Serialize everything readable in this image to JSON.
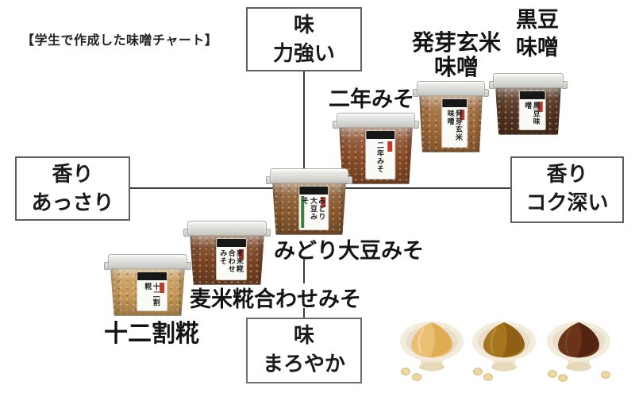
{
  "title": "【学生で作成した味噌チャート】",
  "axis_boxes": {
    "top": {
      "lines": [
        "味",
        "力強い"
      ]
    },
    "bottom": {
      "lines": [
        "味",
        "まろやか"
      ]
    },
    "left": {
      "lines": [
        "香り",
        "あっさり"
      ]
    },
    "right": {
      "lines": [
        "香り",
        "コク深い"
      ]
    }
  },
  "axes": {
    "vertical": {
      "dimension": "味",
      "top_end": "力強い",
      "bottom_end": "まろやか"
    },
    "horizontal": {
      "dimension": "香り",
      "left_end": "あっさり",
      "right_end": "コク深い"
    }
  },
  "products": [
    {
      "name": "二年みそ",
      "jar_label": "二年みそ",
      "miso_color": "#8a4c28",
      "placement": "upper-center-right"
    },
    {
      "name": "発芽玄米味噌",
      "display": [
        "発芽玄米",
        "味噌"
      ],
      "jar_label": "発芽玄米味噌",
      "miso_color": "#a06a38",
      "placement": "upper-right"
    },
    {
      "name": "黒豆味噌",
      "display": [
        "黒豆",
        "味噌"
      ],
      "jar_label": "黒豆味噌",
      "miso_color": "#553321",
      "placement": "top-right"
    },
    {
      "name": "みどり大豆みそ",
      "jar_label": "みどり大豆みそ",
      "miso_color": "#8a5a30",
      "label_accent": "#3f7d3c",
      "placement": "center"
    },
    {
      "name": "麦米糀合わせみそ",
      "jar_label": "麦米糀合わせみそ",
      "miso_color": "#7a4424",
      "placement": "lower-center-left"
    },
    {
      "name": "十二割糀",
      "jar_label": "十二割糀",
      "miso_color": "#c79a58",
      "placement": "lower-left"
    }
  ],
  "bowls": [
    {
      "name": "light-miso-bowl",
      "color": "#e9bf74",
      "highlight": "#f6dca6",
      "shadow": "#dda74e"
    },
    {
      "name": "medium-miso-bowl",
      "color": "#a6761f",
      "highlight": "#bf9448",
      "shadow": "#8a5c14"
    },
    {
      "name": "dark-miso-bowl",
      "color": "#6b3418",
      "highlight": "#7f4a28",
      "shadow": "#4e2210"
    }
  ],
  "colors": {
    "axis_line": "#3c3c3c",
    "box_border": "#5f5f5f",
    "jar_label_seal": "#bf3a2a",
    "bowl_rim": "#f3ecda",
    "bean": "#edd89e"
  }
}
